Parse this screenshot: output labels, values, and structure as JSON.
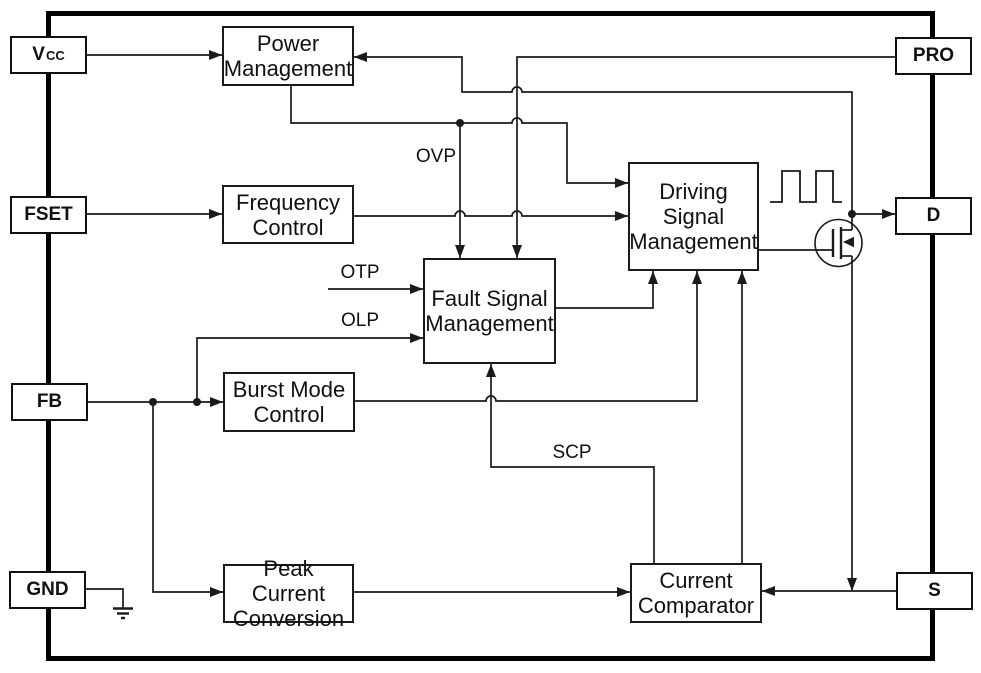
{
  "pins": {
    "vcc": {
      "main": "V",
      "sub": "CC"
    },
    "fset": {
      "label": "FSET"
    },
    "fb": {
      "label": "FB"
    },
    "gnd": {
      "label": "GND"
    },
    "pro": {
      "label": "PRO"
    },
    "d": {
      "label": "D"
    },
    "s": {
      "label": "S"
    }
  },
  "blocks": {
    "power_management": {
      "line1": "Power",
      "line2": "Management"
    },
    "frequency_control": {
      "line1": "Frequency",
      "line2": "Control"
    },
    "fault_signal_management": {
      "line1": "Fault Signal",
      "line2": "Management"
    },
    "driving_signal_management": {
      "line1": "Driving Signal",
      "line2": "Management"
    },
    "burst_mode_control": {
      "line1": "Burst Mode",
      "line2": "Control"
    },
    "peak_current_conversion": {
      "line1": "Peak Current",
      "line2": "Conversion"
    },
    "current_comparator": {
      "line1": "Current",
      "line2": "Comparator"
    }
  },
  "signals": {
    "ovp": "OVP",
    "otp": "OTP",
    "olp": "OLP",
    "scp": "SCP"
  },
  "icons": {
    "mosfet": "n-mosfet-icon",
    "waveform": "pwm-waveform-icon",
    "ground": "earth-ground-icon"
  },
  "colors": {
    "line": "#1a1a1a",
    "background": "#ffffff",
    "box_fill": "#ffffff",
    "border": "#000000"
  }
}
